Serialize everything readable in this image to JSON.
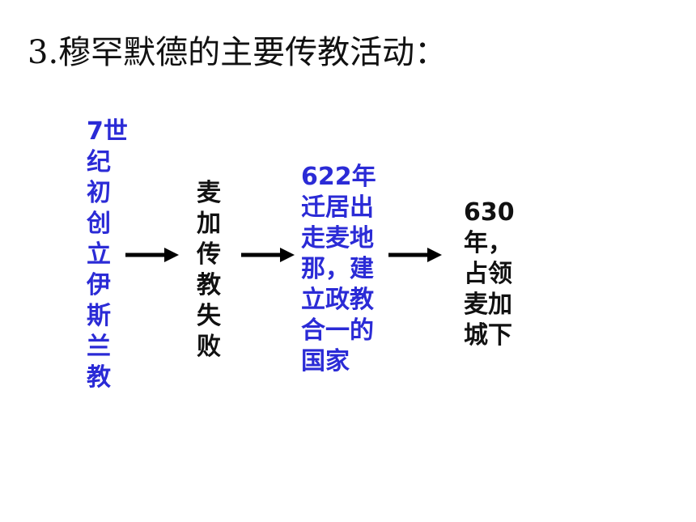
{
  "title": "3.穆罕默德的主要传教活动：",
  "colors": {
    "blue": "#2b2bd6",
    "black": "#111111"
  },
  "steps": [
    {
      "lines": [
        "7世",
        "纪",
        "初",
        "创",
        "立",
        "伊",
        "斯",
        "兰",
        "教"
      ],
      "color": "blue"
    },
    {
      "lines": [
        "麦",
        "加",
        "传",
        "教",
        "失",
        "败"
      ],
      "color": "black"
    },
    {
      "lines": [
        "622年",
        "迁居出",
        "走麦地",
        "那，建",
        "立政教",
        "合一的",
        "国家"
      ],
      "color": "blue"
    },
    {
      "lines": [
        "630",
        "年，",
        "占领",
        "麦加",
        "城下"
      ],
      "color": "black"
    }
  ]
}
